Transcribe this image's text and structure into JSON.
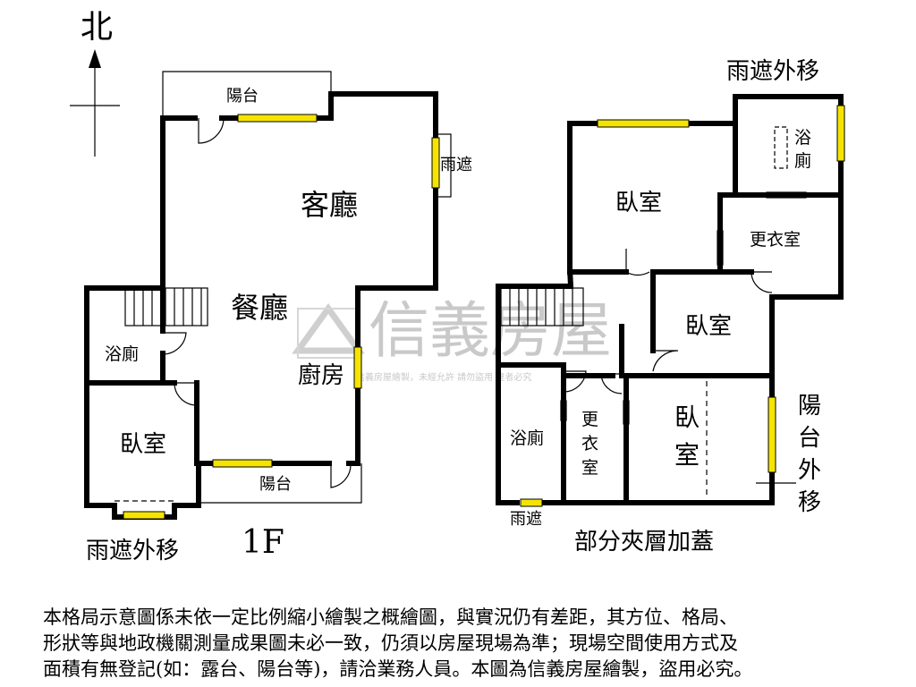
{
  "compass": {
    "label": "北"
  },
  "floor1": {
    "level_label": "1F",
    "rooms": {
      "balcony_top": "陽台",
      "living_room": "客廳",
      "rain_shelter": "雨遮",
      "dining_room": "餐廳",
      "kitchen": "廚房",
      "bathroom": "浴廁",
      "bedroom": "臥室",
      "balcony_bottom": "陽台"
    },
    "rain_shelter_moved": "雨遮外移"
  },
  "mezzanine": {
    "section_label": "部分夾層加蓋",
    "rain_shelter_moved": "雨遮外移",
    "balcony_moved": [
      "陽",
      "台",
      "外",
      "移"
    ],
    "rooms": {
      "bath_top": [
        "浴",
        "廁"
      ],
      "bedroom_top": "臥室",
      "closet_top": "更衣室",
      "bedroom_middle": "臥室",
      "bath_bottom": "浴廁",
      "closet_bottom": [
        "更",
        "衣",
        "室"
      ],
      "bedroom_bottom": [
        "臥",
        "室"
      ],
      "rain_shelter": "雨遮"
    }
  },
  "watermark": {
    "brand": "信義房屋",
    "note": "信義房屋繪製，未經允許 請勿盜用 違者必究"
  },
  "disclaimer": [
    "本格局示意圖係未依一定比例縮小繪製之概繪圖，與實況仍有差距，其方位、格局、",
    "形狀等與地政機關測量成果圖未必一致，仍須以房屋現場為準；現場空間使用方式及",
    "面積有無登記(如：露台、陽台等)，請洽業務人員。本圖為信義房屋繪製，盜用必究。"
  ],
  "colors": {
    "window": "#f5e400",
    "wall": "#000000",
    "watermark": "#c9c9c9"
  }
}
